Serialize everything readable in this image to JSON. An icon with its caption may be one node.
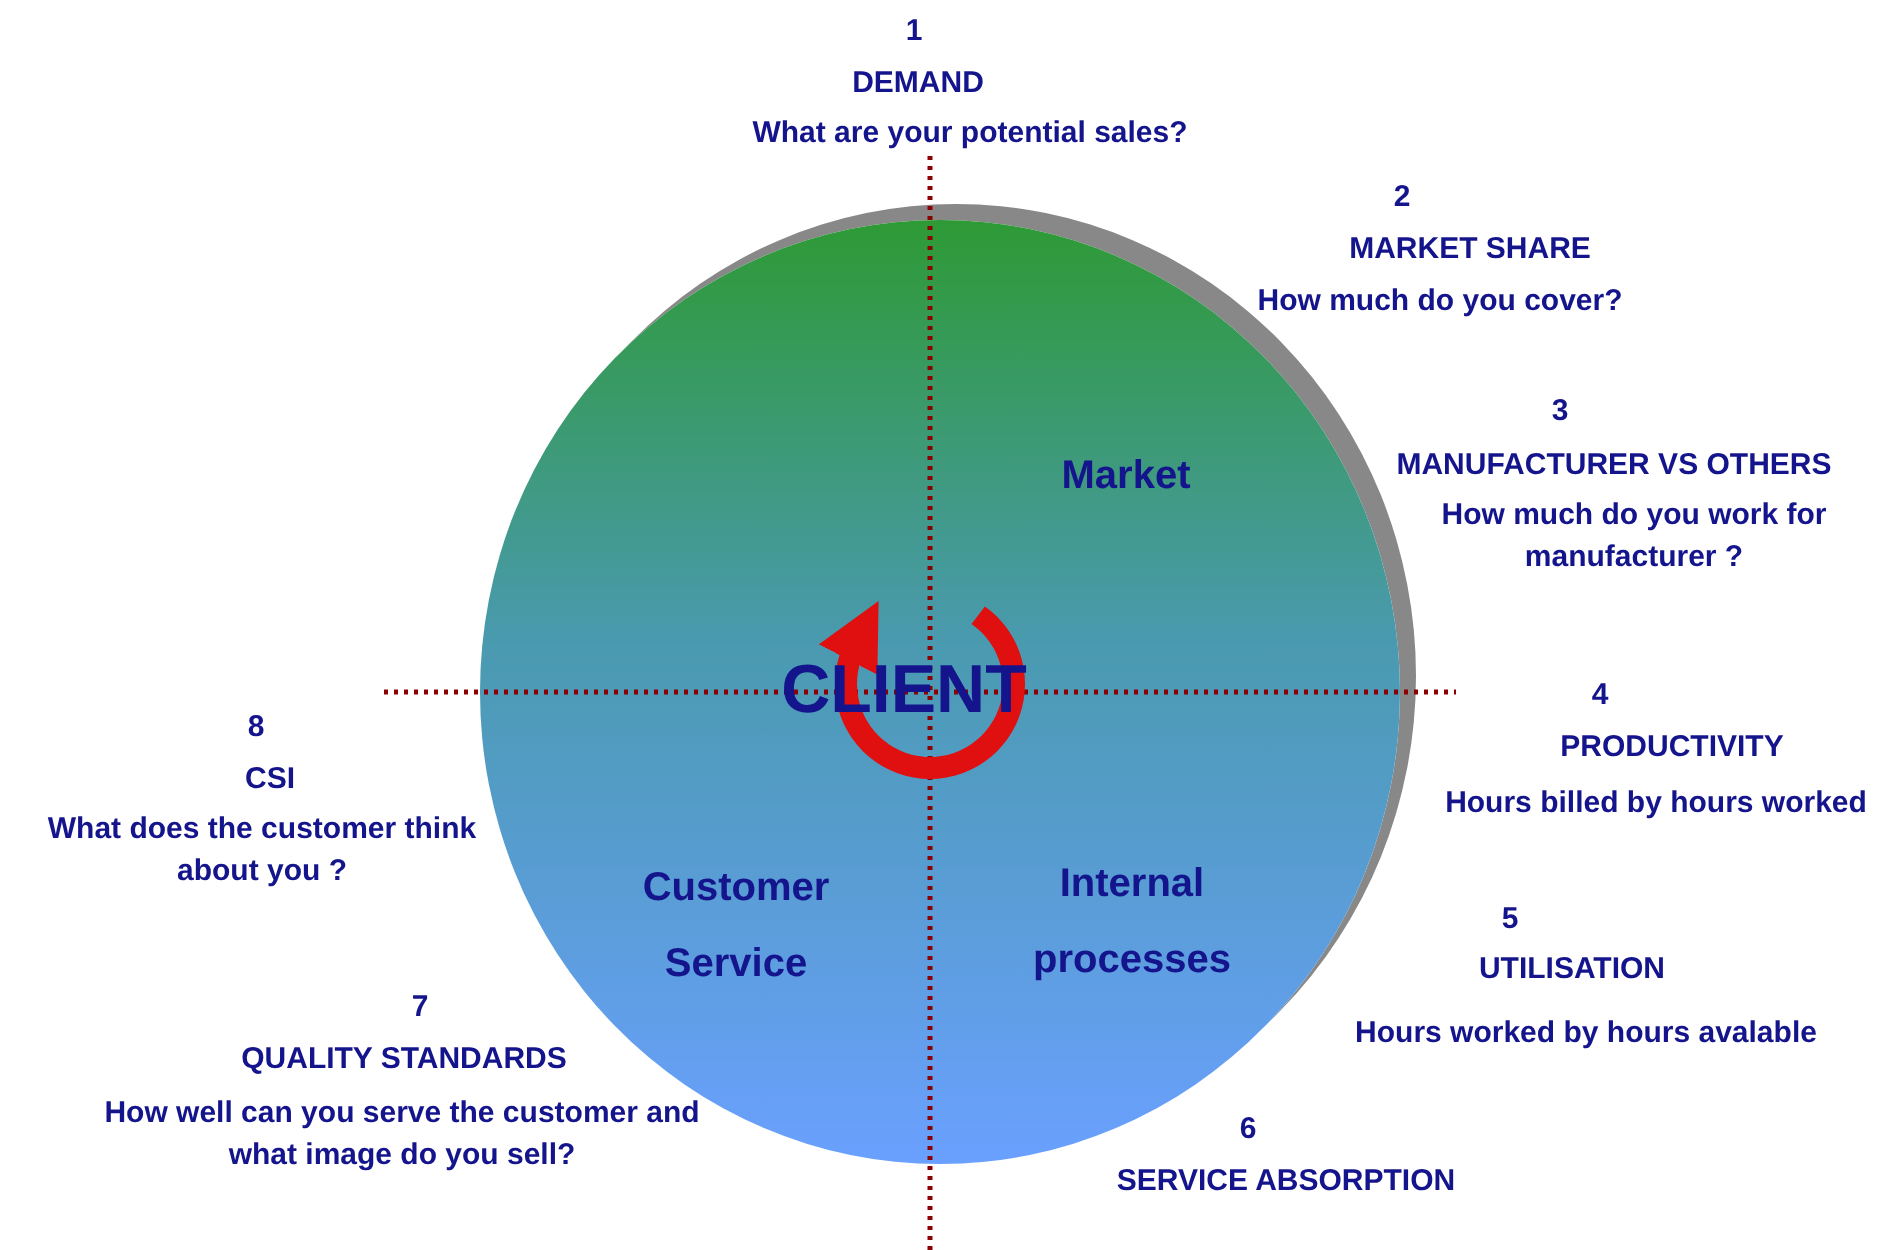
{
  "diagram": {
    "nodes": [
      {
        "text": [
          "Market",
          "CLIENT",
          "Customer Service",
          "Internal processes"
        ]
      }
    ],
    "edges": [],
    "labels": [
      "1",
      "DEMAND",
      "What are your potential sales?",
      "2",
      "MARKET SHARE",
      "How much do you cover?",
      "3",
      "MANUFACTURER VS OTHERS",
      "How much do you work for manufacturer ?",
      "4",
      "PRODUCTIVITY",
      "Hours billed by hours worked",
      "5",
      "UTILISATION",
      "Hours worked by hours avalable",
      "6",
      "SERVICE ABSORPTION",
      "7",
      "QUALITY STANDARDS",
      "How well can you serve the customer and what image do you sell?",
      "8",
      "CSI",
      "What does the customer think about you ?"
    ]
  }
}
